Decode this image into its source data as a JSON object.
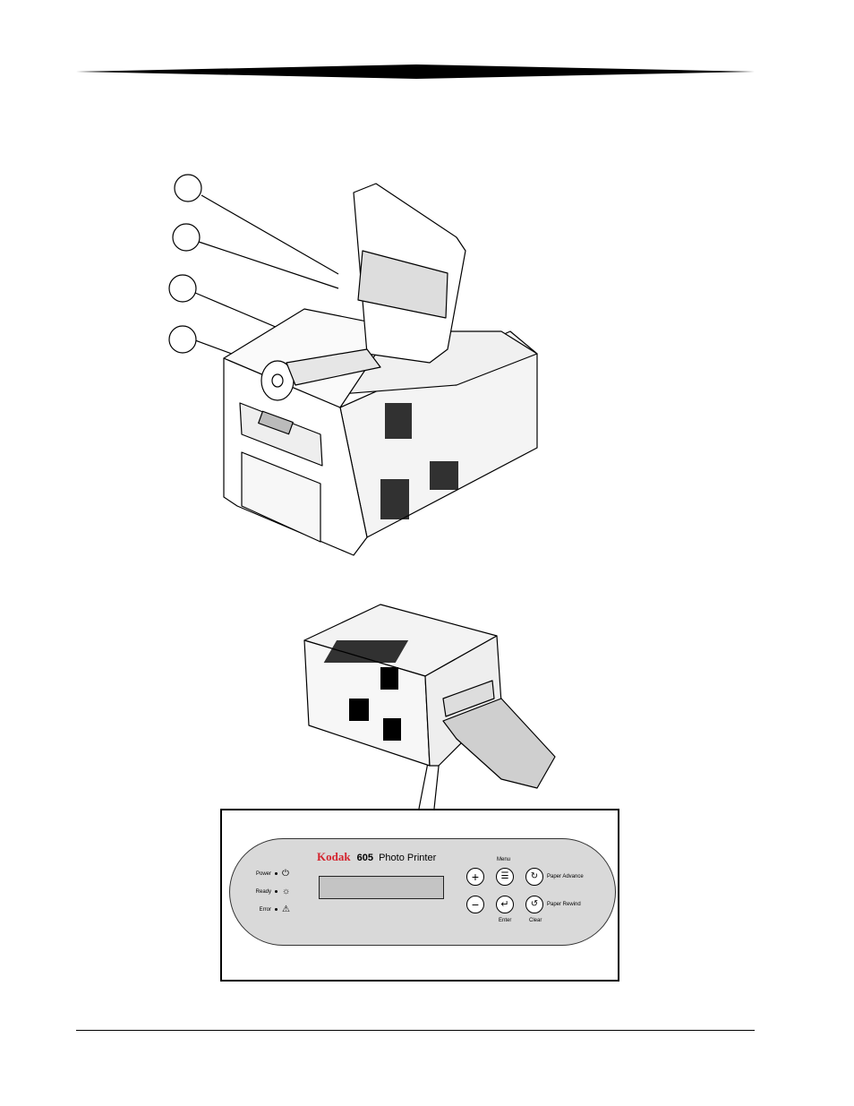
{
  "panel": {
    "brand": "Kodak",
    "model_number": "605",
    "model_name": "Photo Printer",
    "indicators": [
      {
        "label": "Power",
        "icon": "power-icon"
      },
      {
        "label": "Ready",
        "icon": "sun-icon"
      },
      {
        "label": "Error",
        "icon": "warning-icon"
      }
    ],
    "buttons": {
      "menu_label": "Menu",
      "enter_label": "Enter",
      "clear_label": "Clear",
      "paper_advance_label": "Paper Advance",
      "paper_rewind_label": "Paper Rewind"
    },
    "brand_color": "#d4252f"
  },
  "callouts": [
    "",
    "",
    "",
    ""
  ]
}
